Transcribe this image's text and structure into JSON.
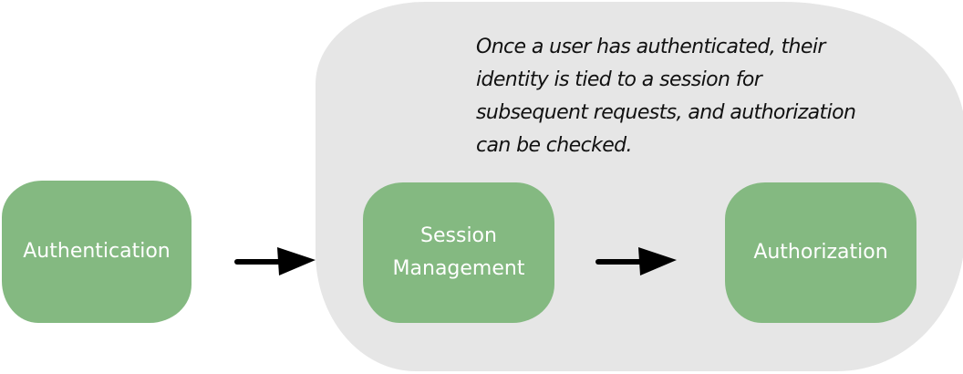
{
  "diagram": {
    "note": "Once a user has authenticated, their identity is tied to a session for subsequent requests, and authorization can be checked.",
    "nodes": [
      {
        "id": "authentication",
        "label": "Authentication"
      },
      {
        "id": "session-management",
        "label_line1": "Session",
        "label_line2": "Management"
      },
      {
        "id": "authorization",
        "label": "Authorization"
      }
    ],
    "edges": [
      {
        "from": "authentication",
        "to": "session-management"
      },
      {
        "from": "session-management",
        "to": "authorization"
      }
    ],
    "colors": {
      "node_fill": "#84b981",
      "node_text": "#ffffff",
      "group_fill": "#e6e6e6",
      "arrow": "#000000"
    }
  }
}
